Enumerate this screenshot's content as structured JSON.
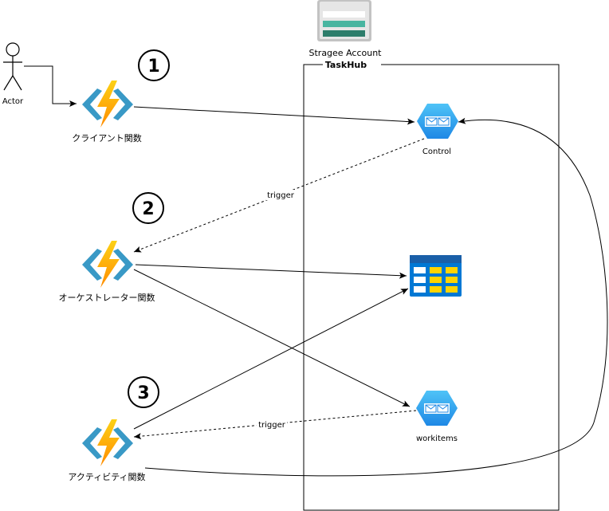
{
  "storage": {
    "label": "Stragee Account",
    "container_label": "TaskHub"
  },
  "actor": {
    "label": "Actor"
  },
  "functions": {
    "client": {
      "label": "クライアント関数",
      "step": "1"
    },
    "orchestrator": {
      "label": "オーケストレーター関数",
      "step": "2"
    },
    "activity": {
      "label": "アクティビティ関数",
      "step": "3"
    }
  },
  "queues": {
    "control": {
      "label": "Control"
    },
    "workitems": {
      "label": "workitems"
    }
  },
  "edges": {
    "control_trigger": "trigger",
    "workitems_trigger": "trigger"
  },
  "colors": {
    "line": "#000000",
    "queue_blue": "#1ba1e2",
    "table_blue": "#0078d4",
    "table_yellow": "#ffd400",
    "lightning_yellow": "#ffb900",
    "bracket_blue": "#3999c6",
    "storage_green": "#3a8a77"
  }
}
